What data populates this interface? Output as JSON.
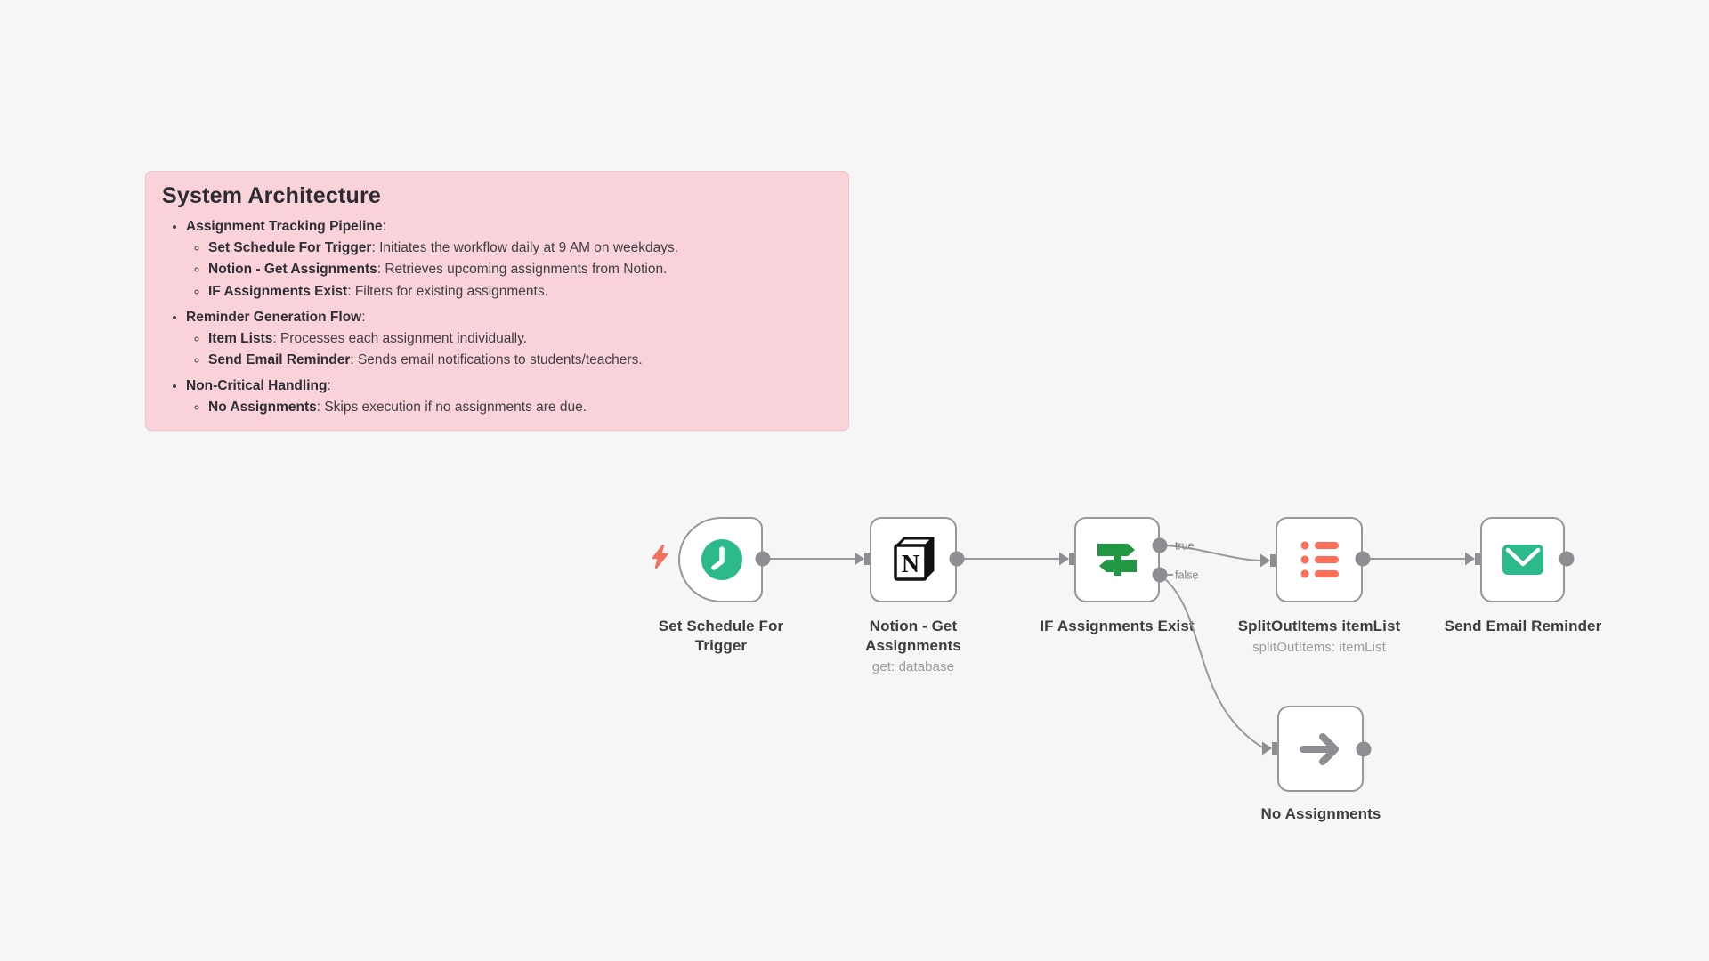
{
  "colors": {
    "canvas_bg": "#f7f6f6",
    "note_bg": "#f9d3d9",
    "note_border": "#f0c2cc",
    "node_border": "#97979b",
    "connector_gray": "#8d8d92",
    "accent_green": "#2cb98b",
    "signpost_green": "#219643",
    "coral": "#ff6d5a",
    "bolt_coral": "#f2705c",
    "label_text": "#3c3c41",
    "sublabel_text": "#9b9b9f"
  },
  "note": {
    "title": "System Architecture",
    "sections": [
      {
        "heading": "Assignment Tracking Pipeline",
        "suffix": ":",
        "items": [
          {
            "term": "Set Schedule For Trigger",
            "desc": ": Initiates the workflow daily at 9 AM on weekdays."
          },
          {
            "term": "Notion - Get Assignments",
            "desc": ": Retrieves upcoming assignments from Notion."
          },
          {
            "term": "IF Assignments Exist",
            "desc": ": Filters for existing assignments."
          }
        ]
      },
      {
        "heading": "Reminder Generation Flow",
        "suffix": ":",
        "items": [
          {
            "term": "Item Lists",
            "desc": ": Processes each assignment individually."
          },
          {
            "term": "Send Email Reminder",
            "desc": ": Sends email notifications to students/teachers."
          }
        ]
      },
      {
        "heading": "Non-Critical Handling",
        "suffix": ":",
        "items": [
          {
            "term": "No Assignments",
            "desc": ": Skips execution if no assignments are due."
          }
        ]
      }
    ]
  },
  "workflow": {
    "nodes": [
      {
        "label": "Set Schedule For Trigger",
        "icon": "clock-schedule-trigger-icon"
      },
      {
        "label": "Notion - Get Assignments",
        "sublabel": "get: database",
        "icon": "notion-icon"
      },
      {
        "label": "IF Assignments Exist",
        "icon": "if-signpost-icon"
      },
      {
        "label": "SplitOutItems itemList",
        "sublabel": "splitOutItems: itemList",
        "icon": "split-list-icon"
      },
      {
        "label": "Send Email Reminder",
        "icon": "email-envelope-icon"
      },
      {
        "label": "No Assignments",
        "icon": "noop-arrow-icon"
      }
    ],
    "edge_labels": {
      "true_label": "true",
      "false_label": "false"
    }
  }
}
